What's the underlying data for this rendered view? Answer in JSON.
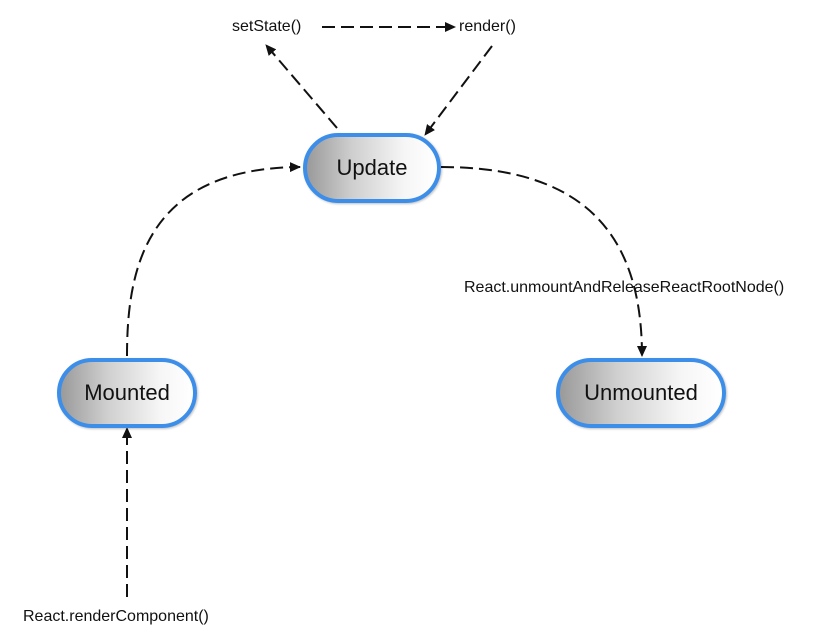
{
  "nodes": {
    "update": "Update",
    "mounted": "Mounted",
    "unmounted": "Unmounted"
  },
  "labels": {
    "set_state": "setState()",
    "render": "render()",
    "unmount": "React.unmountAndReleaseReactRootNode()",
    "render_component": "React.renderComponent()"
  },
  "colors": {
    "node_border": "#3c8ee8",
    "arrow": "#111111"
  }
}
